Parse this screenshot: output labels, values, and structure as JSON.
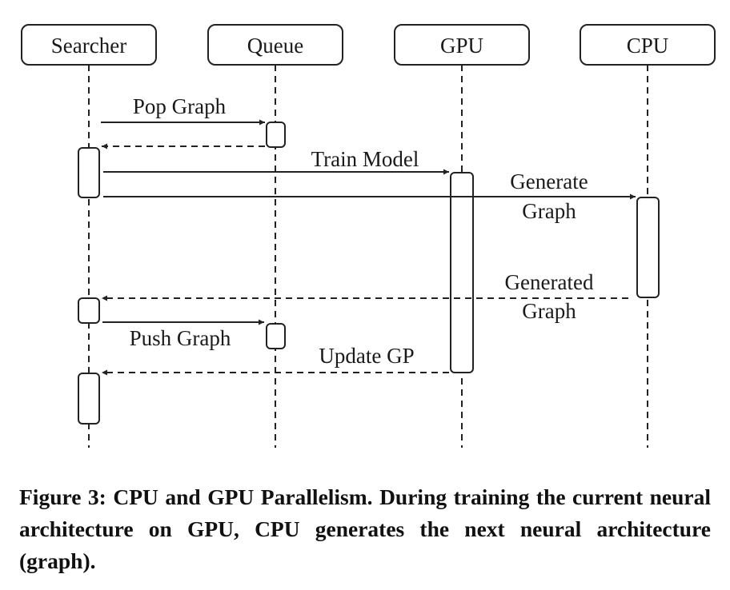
{
  "diagram": {
    "type": "sequence-diagram",
    "participants": [
      {
        "id": "searcher",
        "label": "Searcher"
      },
      {
        "id": "queue",
        "label": "Queue"
      },
      {
        "id": "gpu",
        "label": "GPU"
      },
      {
        "id": "cpu",
        "label": "CPU"
      }
    ],
    "messages": [
      {
        "id": "pop-graph",
        "from": "searcher",
        "to": "queue",
        "style": "solid",
        "lines": [
          "Pop Graph"
        ]
      },
      {
        "id": "pop-graph-return",
        "from": "queue",
        "to": "searcher",
        "style": "dashed",
        "lines": []
      },
      {
        "id": "train-model",
        "from": "searcher",
        "to": "gpu",
        "style": "solid",
        "lines": [
          "Train Model"
        ]
      },
      {
        "id": "generate-graph",
        "from": "searcher",
        "to": "cpu",
        "style": "solid",
        "lines": [
          "Generate",
          "Graph"
        ]
      },
      {
        "id": "generated-graph",
        "from": "cpu",
        "to": "searcher",
        "style": "dashed",
        "lines": [
          "Generated",
          "Graph"
        ]
      },
      {
        "id": "push-graph",
        "from": "searcher",
        "to": "queue",
        "style": "solid",
        "lines": [
          "Push Graph"
        ]
      },
      {
        "id": "update-gp",
        "from": "gpu",
        "to": "searcher",
        "style": "dashed",
        "lines": [
          "Update GP"
        ]
      }
    ]
  },
  "caption": {
    "label": "Figure 3:",
    "title": "CPU and GPU Parallelism.",
    "text": "During training the current neural architecture on GPU, CPU generates the next neural architecture (graph)."
  },
  "colors": {
    "stroke": "#222222",
    "text": "#1a1a1a",
    "background": "#ffffff"
  }
}
